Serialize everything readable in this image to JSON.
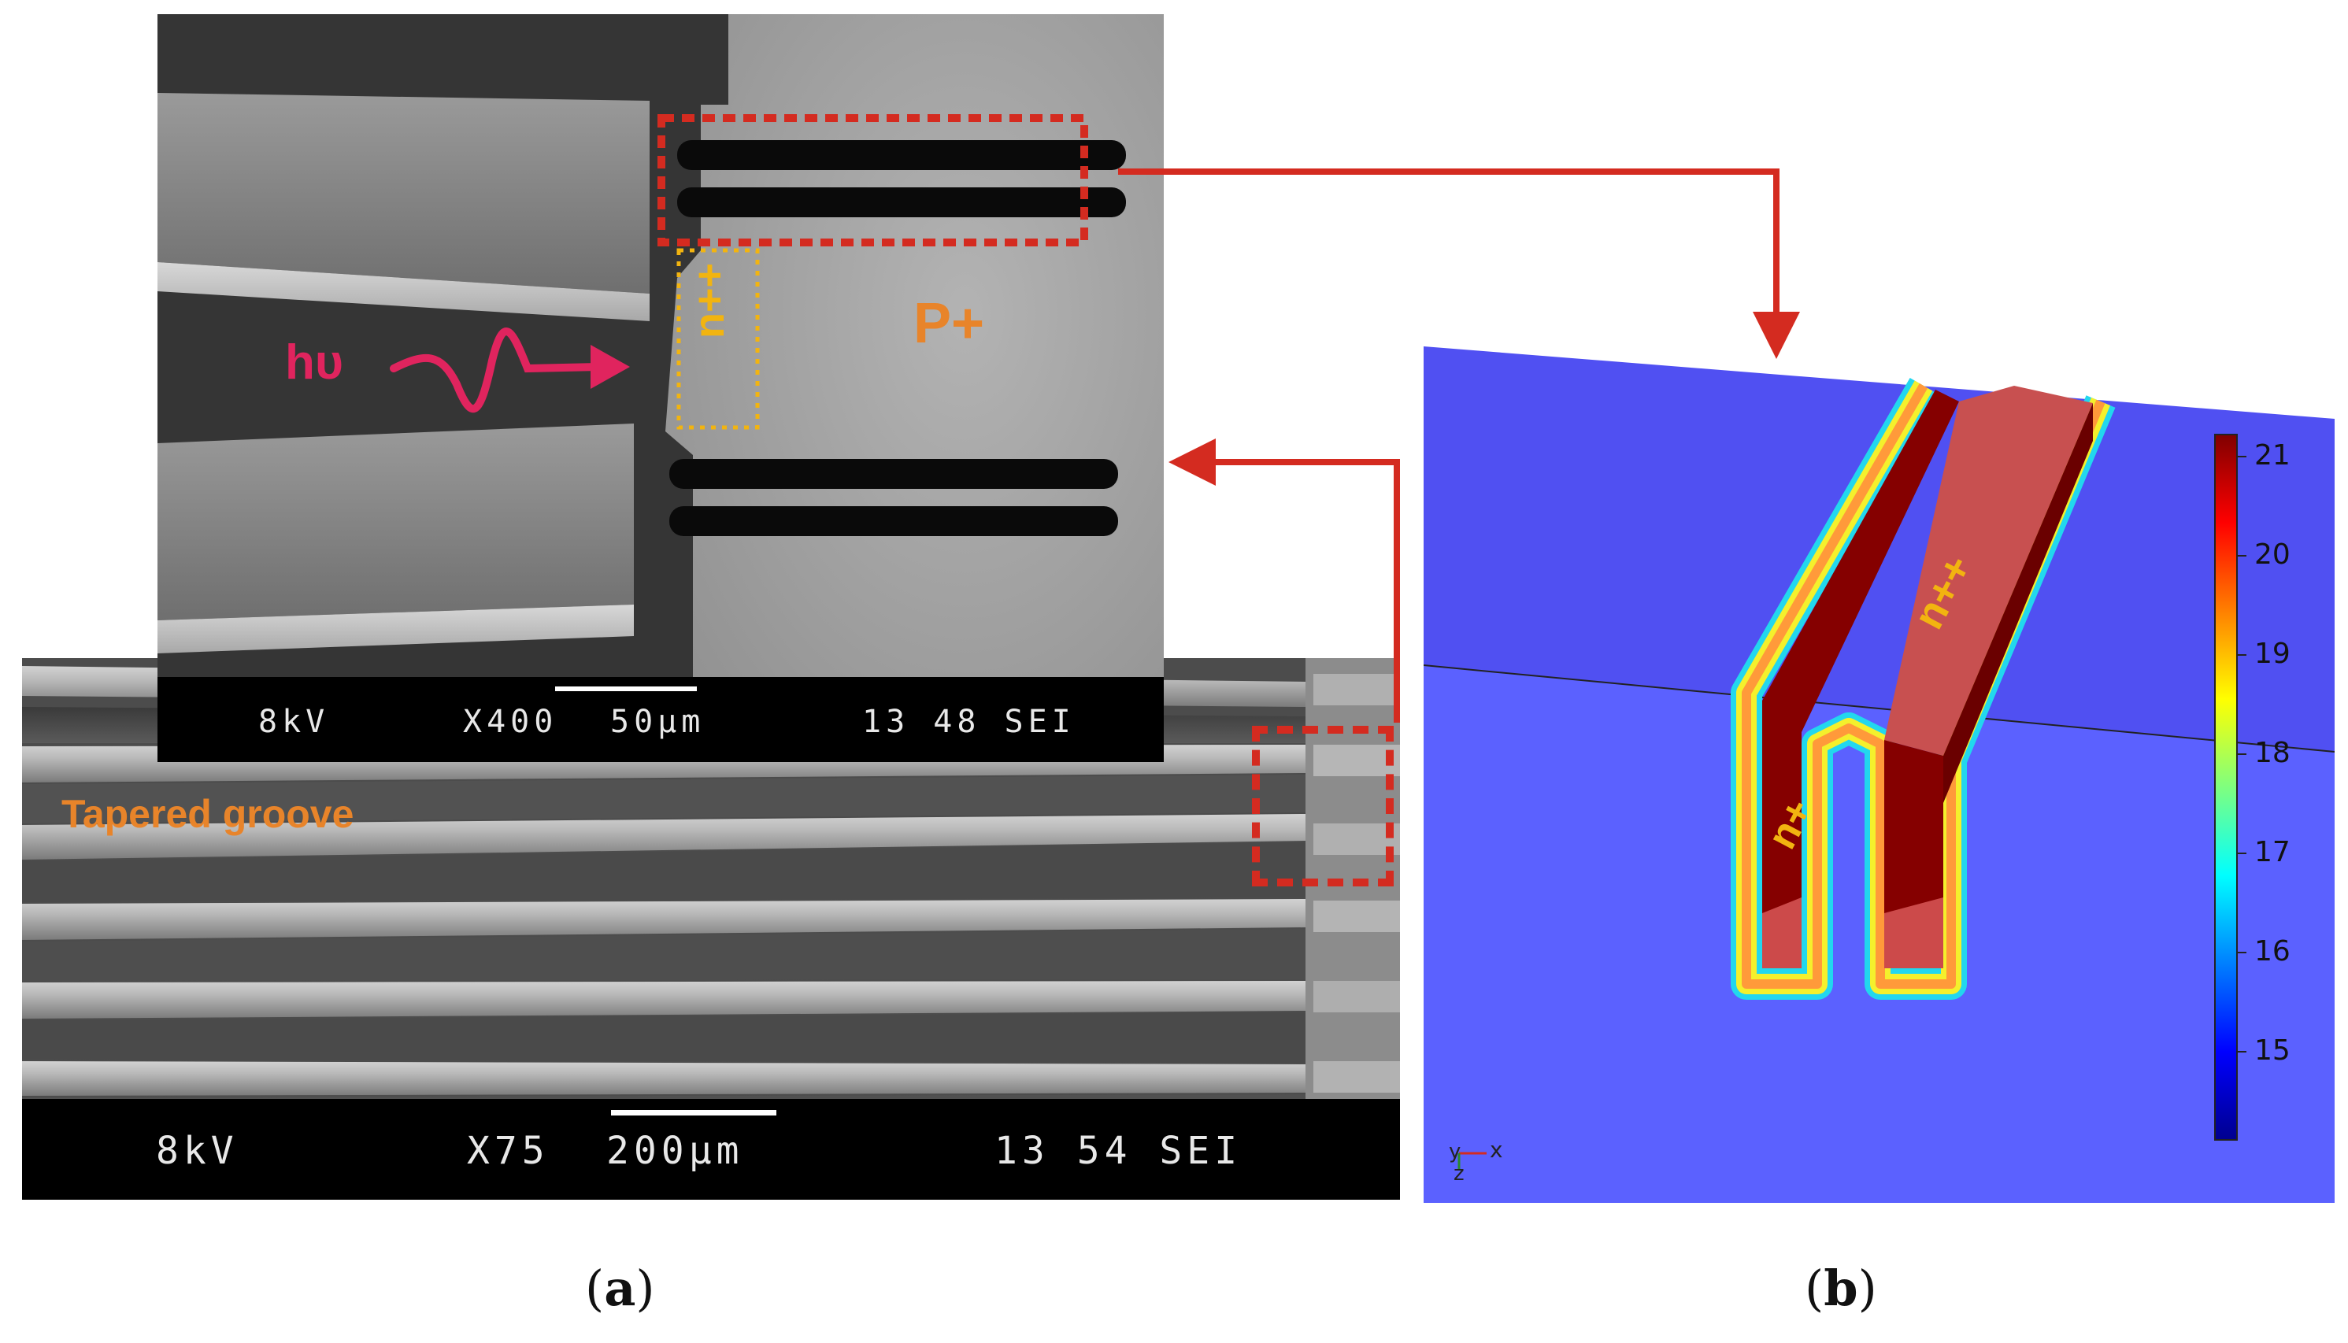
{
  "panel_a": {
    "label_letter": "a",
    "bottom_sem": {
      "voltage": "8kV",
      "magnification": "X75",
      "scale": "200µm",
      "info": "13 54 SEI",
      "annotation": "Tapered groove"
    },
    "top_sem": {
      "voltage": "8kV",
      "magnification": "X400",
      "scale": "50µm",
      "info": "13 48 SEI",
      "photon_label": "hυ",
      "n_region_label": "n++",
      "p_region_label": "P+"
    }
  },
  "panel_b": {
    "label_letter": "b",
    "region_n_plus": "n+",
    "region_n_plus_plus": "n++",
    "axes_indicator": {
      "y": "y",
      "x": "x",
      "z": "z"
    },
    "colorbar_ticks": [
      "21",
      "20",
      "19",
      "18",
      "17",
      "16",
      "15"
    ]
  },
  "colors": {
    "arrow_red": "#d42b20",
    "annotation_orange": "#e8842a",
    "annotation_yellow": "#f2b410",
    "photon_pink": "#e0245e",
    "sim_blue": "#5b61ff",
    "sim_dark_red": "#850000"
  }
}
